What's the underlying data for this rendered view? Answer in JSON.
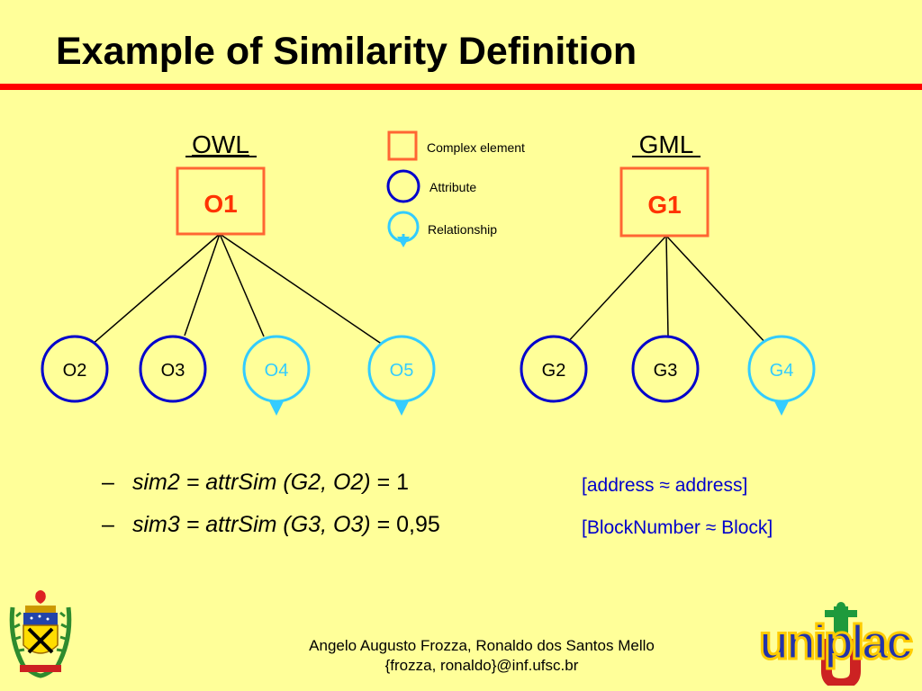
{
  "slide": {
    "title": "Example of Similarity Definition"
  },
  "colors": {
    "background": "#ffff99",
    "title_rule": "#ff0000",
    "complex_element": "#ff6633",
    "attribute": "#0000cc",
    "relationship": "#33ccff",
    "note_text": "#0000cc"
  },
  "diagram": {
    "owl_header": "OWL",
    "gml_header": "GML",
    "legend": {
      "complex_element": "Complex element",
      "attribute": "Attribute",
      "relationship": "Relationship"
    },
    "owl_root": "O1",
    "gml_root": "G1",
    "owl_children": [
      {
        "label": "O2",
        "kind": "attribute"
      },
      {
        "label": "O3",
        "kind": "attribute"
      },
      {
        "label": "O4",
        "kind": "relationship"
      },
      {
        "label": "O5",
        "kind": "relationship"
      }
    ],
    "gml_children": [
      {
        "label": "G2",
        "kind": "attribute"
      },
      {
        "label": "G3",
        "kind": "attribute"
      },
      {
        "label": "G4",
        "kind": "relationship"
      }
    ]
  },
  "bullets": [
    {
      "dash": "–",
      "expr": "sim2 = attrSim (G2, O2)",
      "result": " = 1",
      "note": "[address ≈ address]"
    },
    {
      "dash": "–",
      "expr": "sim3 = attrSim (G3, O3)",
      "result": " = 0,95",
      "note": "[BlockNumber ≈ Block]"
    }
  ],
  "footer": {
    "authors": "Angelo Augusto Frozza, Ronaldo dos Santos Mello",
    "emails": "{frozza, ronaldo}@inf.ufsc.br"
  },
  "logos": {
    "left": "university-coat-of-arms",
    "right": "uniplac"
  }
}
